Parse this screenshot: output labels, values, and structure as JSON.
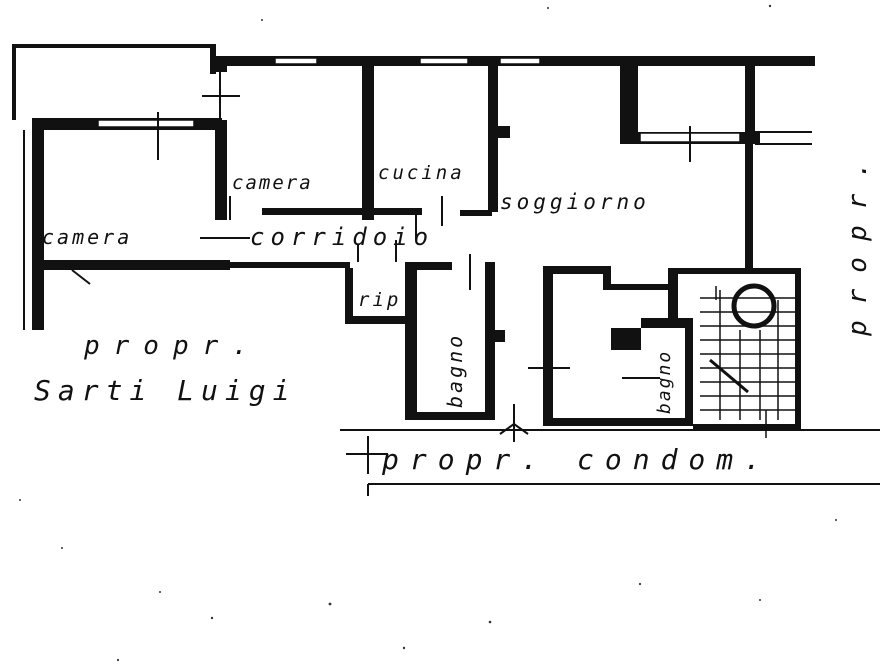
{
  "plan": {
    "rooms": {
      "camera_left": "camera",
      "camera_top": "camera",
      "cucina": "cucina",
      "soggiorno": "soggiorno",
      "corridoio": "corridoio",
      "rip": "rip",
      "bagno_left": "bagno",
      "bagno_right": "bagno"
    },
    "neighbors": {
      "west_line1": "propr.",
      "west_line2": "Sarti Luigi",
      "south": "propr. condom.",
      "east": "propr."
    }
  },
  "colors": {
    "ink": "#111111",
    "paper": "#ffffff"
  }
}
